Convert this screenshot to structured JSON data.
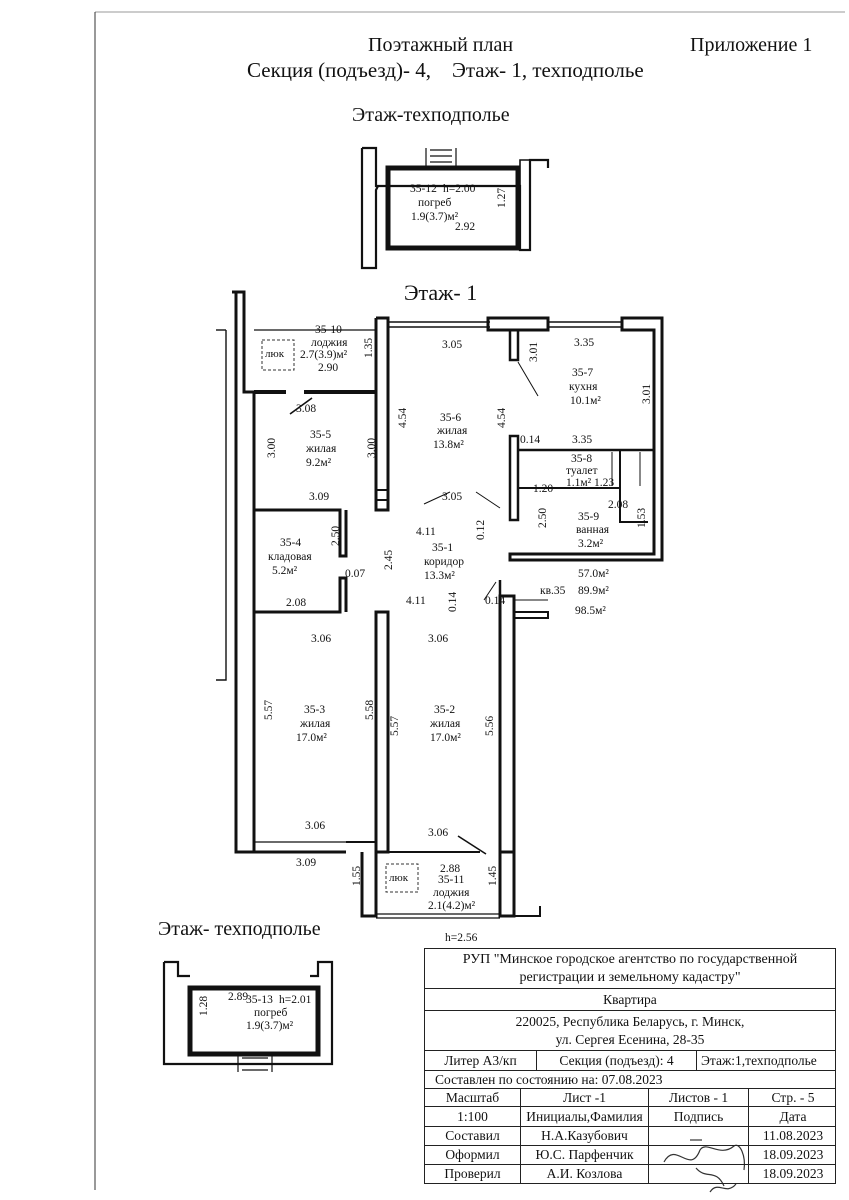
{
  "header": {
    "title": "Поэтажный план",
    "appendix": "Приложение 1",
    "section_line": "Секция (подъезд)- 4,    Этаж- 1, техподполье"
  },
  "floor_labels": {
    "top_basement": "Этаж-техподполье",
    "floor1": "Этаж- 1",
    "bottom_basement": "Этаж- техподполье"
  },
  "rooms": {
    "r35_12": {
      "num": "35-12",
      "h": "h=2.00",
      "name": "погреб",
      "area": "1.9(3.7)м²"
    },
    "r35_10": {
      "num": "35-10",
      "name": "лоджия",
      "area": "2.7(3.9)м²"
    },
    "r35_5": {
      "num": "35-5",
      "name": "жилая",
      "area": "9.2м²"
    },
    "r35_6": {
      "num": "35-6",
      "name": "жилая",
      "area": "13.8м²"
    },
    "r35_7": {
      "num": "35-7",
      "name": "кухня",
      "area": "10.1м²"
    },
    "r35_8": {
      "num": "35-8",
      "name": "туалет",
      "area": "1.1м²"
    },
    "r35_9": {
      "num": "35-9",
      "name": "ванная",
      "area": "3.2м²"
    },
    "r35_4": {
      "num": "35-4",
      "name": "кладовая",
      "area": "5.2м²"
    },
    "r35_1": {
      "num": "35-1",
      "name": "коридор",
      "area": "13.3м²"
    },
    "r35_3": {
      "num": "35-3",
      "name": "жилая",
      "area": "17.0м²"
    },
    "r35_2": {
      "num": "35-2",
      "name": "жилая",
      "area": "17.0м²"
    },
    "r35_11": {
      "num": "35-11",
      "name": "лоджия",
      "area": "2.1(4.2)м²"
    },
    "r35_13": {
      "num": "35-13",
      "h": "h=2.01",
      "name": "погреб",
      "area": "1.9(3.7)м²"
    }
  },
  "hatch_label": "люк",
  "apartment": {
    "label": "кв.35",
    "area_living": "57.0м²",
    "area_total": "89.9м²",
    "area_full": "98.5м²"
  },
  "ceiling_height": "h=2.56",
  "dims": {
    "d292": "2.92",
    "d127": "1.27",
    "d305a": "3.05",
    "d301a": "3.01",
    "d335a": "3.35",
    "d135": "1.35",
    "d290": "2.90",
    "d308": "3.08",
    "d454a": "4.54",
    "d454b": "4.54",
    "d301b": "3.01",
    "d300a": "3.00",
    "d300b": "3.00",
    "d014a": "0.14",
    "d335b": "3.35",
    "d123": "1.23",
    "d120": "1.20",
    "d208a": "2.08",
    "d309a": "3.09",
    "d305b": "3.05",
    "d250a": "2.50",
    "d250b": "2.50",
    "d153": "1.53",
    "d411a": "4.11",
    "d012": "0.12",
    "d245": "2.45",
    "d007": "0.07",
    "d208b": "2.08",
    "d411b": "4.11",
    "d014b": "0.14",
    "d014c": "0.14",
    "d306a": "3.06",
    "d306b": "3.06",
    "d557a": "5.57",
    "d558": "5.58",
    "d557b": "5.57",
    "d556": "5.56",
    "d306c": "3.06",
    "d306d": "3.06",
    "d309b": "3.09",
    "d288": "2.88",
    "d155": "1.55",
    "d145": "1.45",
    "d289": "2.89",
    "d128": "1.28"
  },
  "title_block": {
    "org": "РУП \"Минское городское агентство по государственной регистрации и земельному кадастру\"",
    "object_type": "Квартира",
    "address_1": "220025, Республика Беларусь, г. Минск,",
    "address_2": "ул. Сергея Есенина, 28-35",
    "liter": "Литер А3/кп",
    "section": "Секция (подъезд): 4",
    "floor": "Этаж:1,техподпольe",
    "compiled": "Составлен по состоянию на: 07.08.2023",
    "scale_label": "Масштаб",
    "sheet": "Лист -1",
    "sheets": "Листов - 1",
    "page": "Стр. - 5",
    "scale_value": "1:100",
    "col_initials": "Инициалы,Фамилия",
    "col_signature": "Подпись",
    "col_date": "Дата",
    "rows": [
      {
        "role": "Составил",
        "name": "Н.А.Казубович",
        "date": "11.08.2023"
      },
      {
        "role": "Оформил",
        "name": "Ю.С. Парфенчик",
        "date": "18.09.2023"
      },
      {
        "role": "Проверил",
        "name": "А.И. Козлова",
        "date": "18.09.2023"
      }
    ]
  }
}
